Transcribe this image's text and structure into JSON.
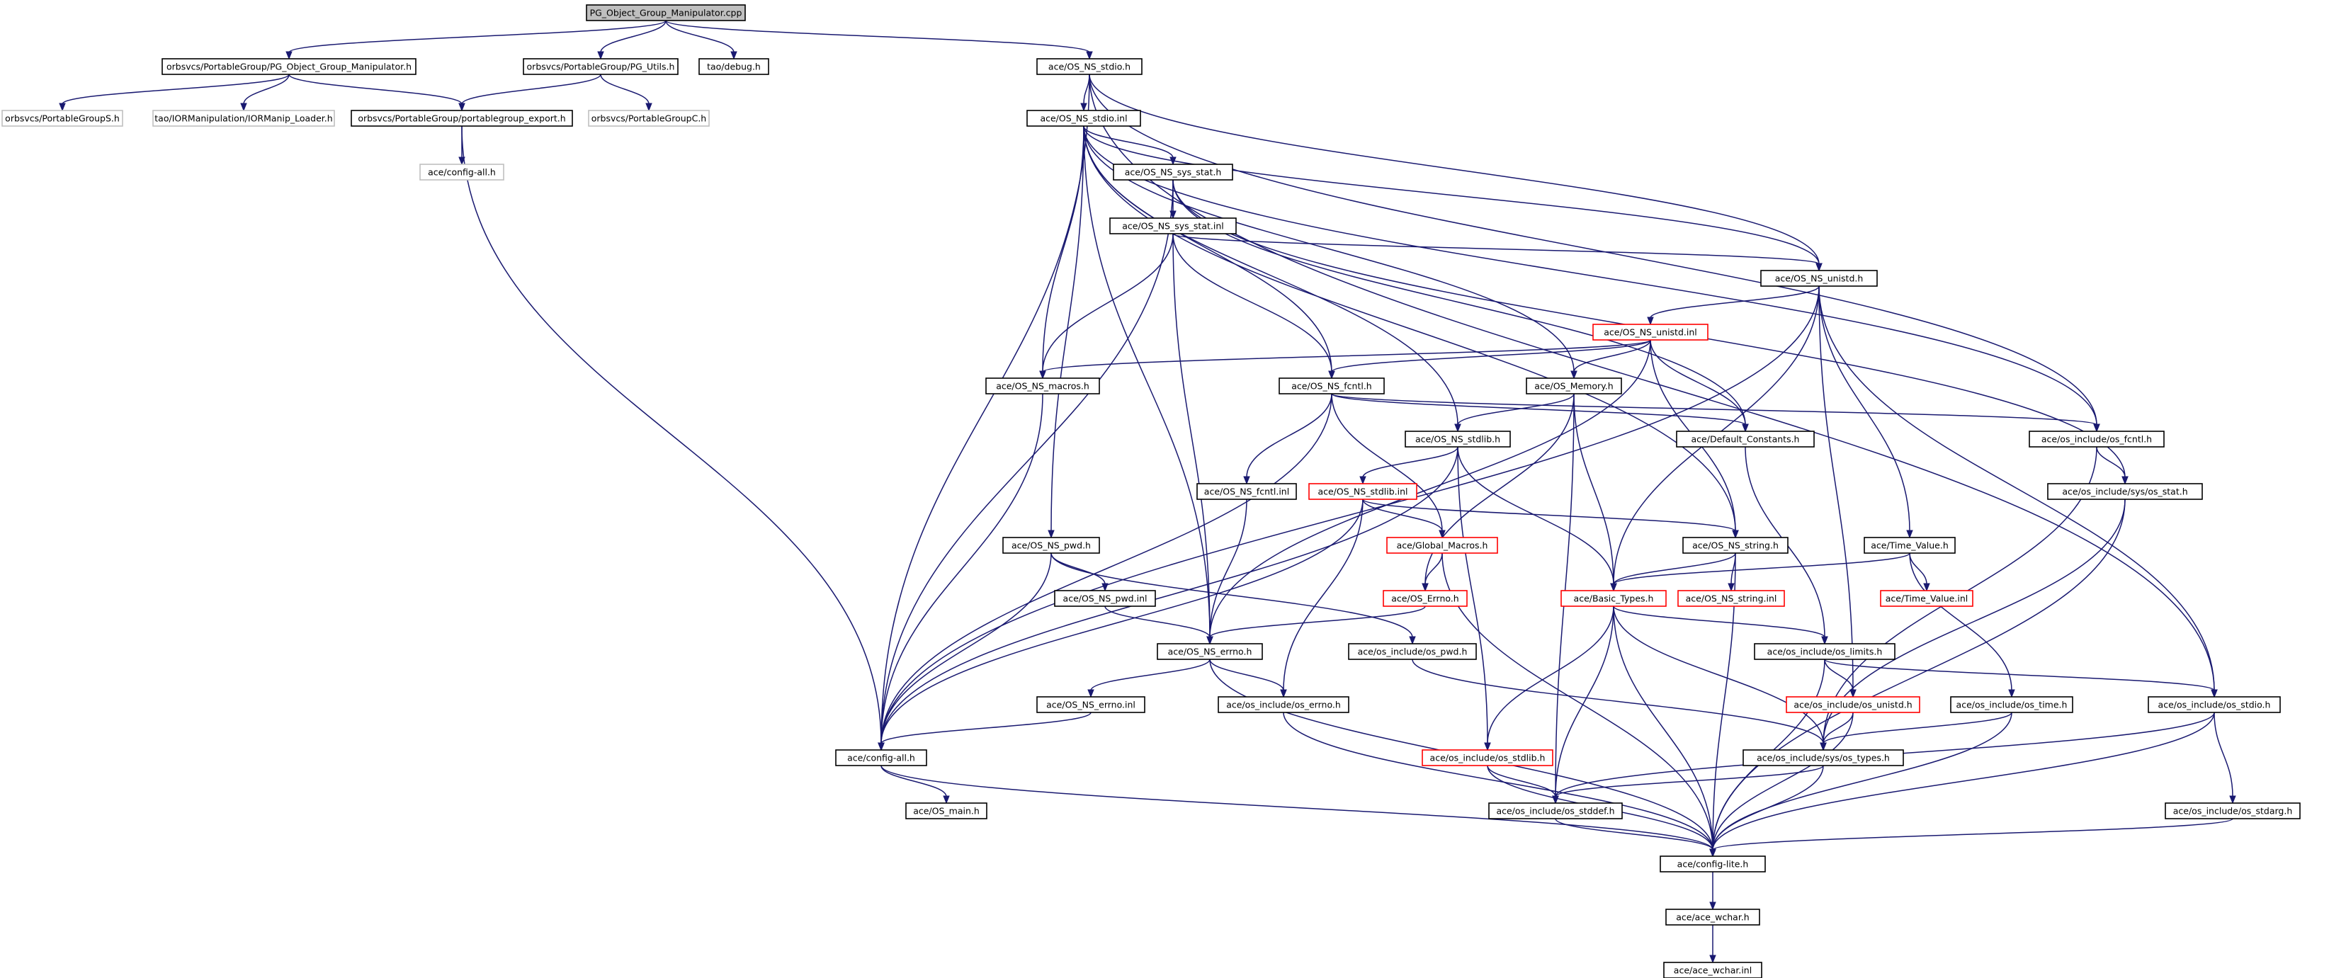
{
  "diagram": {
    "colors": {
      "edge": "#191970",
      "border_normal": "#000000",
      "border_truncated": "#ff0000",
      "border_undocumented": "#bfbfbf",
      "fill_root": "#bfbfbf",
      "fill_normal": "#ffffff"
    },
    "nodes": [
      {
        "id": "root",
        "label": "PG_Object_Group_Manipulator.cpp",
        "style": "root"
      },
      {
        "id": "pgogm_h",
        "label": "orbsvcs/PortableGroup/PG_Object_Group_Manipulator.h",
        "style": "normal"
      },
      {
        "id": "pgutils_h",
        "label": "orbsvcs/PortableGroup/PG_Utils.h",
        "style": "normal"
      },
      {
        "id": "taodebug",
        "label": "tao/debug.h",
        "style": "normal"
      },
      {
        "id": "stdio_h",
        "label": "ace/OS_NS_stdio.h",
        "style": "normal"
      },
      {
        "id": "pgS",
        "label": "orbsvcs/PortableGroupS.h",
        "style": "undocumented"
      },
      {
        "id": "iormanip",
        "label": "tao/IORManipulation/IORManip_Loader.h",
        "style": "undocumented"
      },
      {
        "id": "pgexport",
        "label": "orbsvcs/PortableGroup/portablegroup_export.h",
        "style": "normal"
      },
      {
        "id": "pgC",
        "label": "orbsvcs/PortableGroupC.h",
        "style": "undocumented"
      },
      {
        "id": "stdio_inl",
        "label": "ace/OS_NS_stdio.inl",
        "style": "normal"
      },
      {
        "id": "cfgall_top",
        "label": "ace/config-all.h",
        "style": "undocumented"
      },
      {
        "id": "sysstat_h",
        "label": "ace/OS_NS_sys_stat.h",
        "style": "normal"
      },
      {
        "id": "sysstat_inl",
        "label": "ace/OS_NS_sys_stat.inl",
        "style": "normal"
      },
      {
        "id": "unistd_h",
        "label": "ace/OS_NS_unistd.h",
        "style": "normal"
      },
      {
        "id": "unistd_inl",
        "label": "ace/OS_NS_unistd.inl",
        "style": "truncated"
      },
      {
        "id": "macros",
        "label": "ace/OS_NS_macros.h",
        "style": "normal"
      },
      {
        "id": "fcntl_h",
        "label": "ace/OS_NS_fcntl.h",
        "style": "normal"
      },
      {
        "id": "memory",
        "label": "ace/OS_Memory.h",
        "style": "normal"
      },
      {
        "id": "stdlib_h",
        "label": "ace/OS_NS_stdlib.h",
        "style": "normal"
      },
      {
        "id": "defconst",
        "label": "ace/Default_Constants.h",
        "style": "normal"
      },
      {
        "id": "osfcntl",
        "label": "ace/os_include/os_fcntl.h",
        "style": "normal"
      },
      {
        "id": "fcntl_inl",
        "label": "ace/OS_NS_fcntl.inl",
        "style": "normal"
      },
      {
        "id": "stdlib_inl",
        "label": "ace/OS_NS_stdlib.inl",
        "style": "truncated"
      },
      {
        "id": "osstat",
        "label": "ace/os_include/sys/os_stat.h",
        "style": "normal"
      },
      {
        "id": "pwd_h",
        "label": "ace/OS_NS_pwd.h",
        "style": "normal"
      },
      {
        "id": "globmac",
        "label": "ace/Global_Macros.h",
        "style": "truncated"
      },
      {
        "id": "string_h",
        "label": "ace/OS_NS_string.h",
        "style": "normal"
      },
      {
        "id": "timeval",
        "label": "ace/Time_Value.h",
        "style": "normal"
      },
      {
        "id": "pwd_inl",
        "label": "ace/OS_NS_pwd.inl",
        "style": "normal"
      },
      {
        "id": "oserrno",
        "label": "ace/OS_Errno.h",
        "style": "truncated"
      },
      {
        "id": "basictypes",
        "label": "ace/Basic_Types.h",
        "style": "truncated"
      },
      {
        "id": "string_inl",
        "label": "ace/OS_NS_string.inl",
        "style": "truncated"
      },
      {
        "id": "timeval_inl",
        "label": "ace/Time_Value.inl",
        "style": "truncated"
      },
      {
        "id": "errno_h",
        "label": "ace/OS_NS_errno.h",
        "style": "normal"
      },
      {
        "id": "ospwd",
        "label": "ace/os_include/os_pwd.h",
        "style": "normal"
      },
      {
        "id": "oslimits",
        "label": "ace/os_include/os_limits.h",
        "style": "normal"
      },
      {
        "id": "errno_inl",
        "label": "ace/OS_NS_errno.inl",
        "style": "normal"
      },
      {
        "id": "oserrno_inc",
        "label": "ace/os_include/os_errno.h",
        "style": "normal"
      },
      {
        "id": "osunistd",
        "label": "ace/os_include/os_unistd.h",
        "style": "truncated"
      },
      {
        "id": "ostime",
        "label": "ace/os_include/os_time.h",
        "style": "normal"
      },
      {
        "id": "osstdio",
        "label": "ace/os_include/os_stdio.h",
        "style": "normal"
      },
      {
        "id": "cfgall",
        "label": "ace/config-all.h",
        "style": "normal"
      },
      {
        "id": "osstdlib",
        "label": "ace/os_include/os_stdlib.h",
        "style": "truncated"
      },
      {
        "id": "ostypes",
        "label": "ace/os_include/sys/os_types.h",
        "style": "normal"
      },
      {
        "id": "osmain",
        "label": "ace/OS_main.h",
        "style": "normal"
      },
      {
        "id": "osstddef",
        "label": "ace/os_include/os_stddef.h",
        "style": "normal"
      },
      {
        "id": "osstdarg",
        "label": "ace/os_include/os_stdarg.h",
        "style": "normal"
      },
      {
        "id": "cfglite",
        "label": "ace/config-lite.h",
        "style": "normal"
      },
      {
        "id": "wchar_h",
        "label": "ace/ace_wchar.h",
        "style": "normal"
      },
      {
        "id": "wchar_inl",
        "label": "ace/ace_wchar.inl",
        "style": "normal"
      }
    ],
    "edges": [
      [
        "root",
        "pgogm_h"
      ],
      [
        "root",
        "pgutils_h"
      ],
      [
        "root",
        "taodebug"
      ],
      [
        "root",
        "stdio_h"
      ],
      [
        "pgogm_h",
        "pgS"
      ],
      [
        "pgogm_h",
        "iormanip"
      ],
      [
        "pgogm_h",
        "pgexport"
      ],
      [
        "pgutils_h",
        "pgexport"
      ],
      [
        "pgutils_h",
        "pgC"
      ],
      [
        "pgexport",
        "cfgall_top"
      ],
      [
        "pgexport",
        "cfgall"
      ],
      [
        "stdio_h",
        "stdio_inl"
      ],
      [
        "stdio_h",
        "cfgall"
      ],
      [
        "stdio_h",
        "osfcntl"
      ],
      [
        "stdio_h",
        "osstdio"
      ],
      [
        "stdio_h",
        "unistd_h"
      ],
      [
        "stdio_inl",
        "sysstat_h"
      ],
      [
        "stdio_inl",
        "unistd_h"
      ],
      [
        "stdio_inl",
        "macros"
      ],
      [
        "stdio_inl",
        "fcntl_h"
      ],
      [
        "stdio_inl",
        "memory"
      ],
      [
        "stdio_inl",
        "stdlib_h"
      ],
      [
        "stdio_inl",
        "pwd_h"
      ],
      [
        "stdio_inl",
        "errno_h"
      ],
      [
        "stdio_inl",
        "string_h"
      ],
      [
        "stdio_inl",
        "osfcntl"
      ],
      [
        "sysstat_h",
        "sysstat_inl"
      ],
      [
        "sysstat_h",
        "cfgall"
      ],
      [
        "sysstat_h",
        "osstat"
      ],
      [
        "sysstat_h",
        "defconst"
      ],
      [
        "sysstat_inl",
        "macros"
      ],
      [
        "sysstat_inl",
        "fcntl_h"
      ],
      [
        "sysstat_inl",
        "errno_h"
      ],
      [
        "sysstat_inl",
        "unistd_h"
      ],
      [
        "unistd_h",
        "unistd_inl"
      ],
      [
        "unistd_h",
        "cfgall"
      ],
      [
        "unistd_h",
        "timeval"
      ],
      [
        "unistd_h",
        "basictypes"
      ],
      [
        "unistd_h",
        "osunistd"
      ],
      [
        "unistd_h",
        "osstdio"
      ],
      [
        "unistd_inl",
        "macros"
      ],
      [
        "unistd_inl",
        "fcntl_h"
      ],
      [
        "unistd_inl",
        "memory"
      ],
      [
        "unistd_inl",
        "defconst"
      ],
      [
        "unistd_inl",
        "string_h"
      ],
      [
        "unistd_inl",
        "errno_h"
      ],
      [
        "macros",
        "cfgall"
      ],
      [
        "fcntl_h",
        "fcntl_inl"
      ],
      [
        "fcntl_h",
        "cfgall"
      ],
      [
        "fcntl_h",
        "globmac"
      ],
      [
        "fcntl_h",
        "defconst"
      ],
      [
        "fcntl_h",
        "osfcntl"
      ],
      [
        "memory",
        "stdlib_h"
      ],
      [
        "memory",
        "oserrno"
      ],
      [
        "memory",
        "basictypes"
      ],
      [
        "memory",
        "osstddef"
      ],
      [
        "stdlib_h",
        "stdlib_inl"
      ],
      [
        "stdlib_h",
        "cfgall"
      ],
      [
        "stdlib_h",
        "basictypes"
      ],
      [
        "stdlib_h",
        "osstdlib"
      ],
      [
        "defconst",
        "oslimits"
      ],
      [
        "osfcntl",
        "osstat"
      ],
      [
        "osfcntl",
        "ostypes"
      ],
      [
        "fcntl_inl",
        "errno_h"
      ],
      [
        "stdlib_inl",
        "globmac"
      ],
      [
        "stdlib_inl",
        "oserrno_inc"
      ],
      [
        "stdlib_inl",
        "string_h"
      ],
      [
        "stdlib_inl",
        "cfgall"
      ],
      [
        "osstat",
        "ostypes"
      ],
      [
        "osstat",
        "cfglite"
      ],
      [
        "pwd_h",
        "pwd_inl"
      ],
      [
        "pwd_h",
        "ospwd"
      ],
      [
        "pwd_h",
        "cfgall"
      ],
      [
        "globmac",
        "oserrno"
      ],
      [
        "globmac",
        "cfglite"
      ],
      [
        "string_h",
        "string_inl"
      ],
      [
        "string_h",
        "basictypes"
      ],
      [
        "string_h",
        "cfglite"
      ],
      [
        "timeval",
        "timeval_inl"
      ],
      [
        "timeval",
        "basictypes"
      ],
      [
        "timeval",
        "ostime"
      ],
      [
        "pwd_inl",
        "errno_h"
      ],
      [
        "oserrno",
        "errno_h"
      ],
      [
        "basictypes",
        "oslimits"
      ],
      [
        "basictypes",
        "osstdlib"
      ],
      [
        "basictypes",
        "ostypes"
      ],
      [
        "basictypes",
        "osstddef"
      ],
      [
        "basictypes",
        "cfglite"
      ],
      [
        "errno_h",
        "errno_inl"
      ],
      [
        "errno_h",
        "oserrno_inc"
      ],
      [
        "errno_h",
        "cfglite"
      ],
      [
        "ospwd",
        "ostypes"
      ],
      [
        "oslimits",
        "osunistd"
      ],
      [
        "oslimits",
        "osstdio"
      ],
      [
        "oslimits",
        "cfglite"
      ],
      [
        "errno_inl",
        "cfgall"
      ],
      [
        "oserrno_inc",
        "cfglite"
      ],
      [
        "osunistd",
        "ostypes"
      ],
      [
        "osunistd",
        "cfglite"
      ],
      [
        "ostime",
        "ostypes"
      ],
      [
        "ostime",
        "cfglite"
      ],
      [
        "osstdio",
        "osstdarg"
      ],
      [
        "osstdio",
        "osstddef"
      ],
      [
        "osstdio",
        "cfglite"
      ],
      [
        "cfgall",
        "osmain"
      ],
      [
        "cfgall",
        "cfglite"
      ],
      [
        "osstdlib",
        "osstddef"
      ],
      [
        "osstdlib",
        "cfglite"
      ],
      [
        "ostypes",
        "osstddef"
      ],
      [
        "ostypes",
        "cfglite"
      ],
      [
        "osstddef",
        "cfglite"
      ],
      [
        "osstdarg",
        "cfglite"
      ],
      [
        "cfglite",
        "wchar_h"
      ],
      [
        "wchar_h",
        "wchar_inl"
      ]
    ]
  }
}
